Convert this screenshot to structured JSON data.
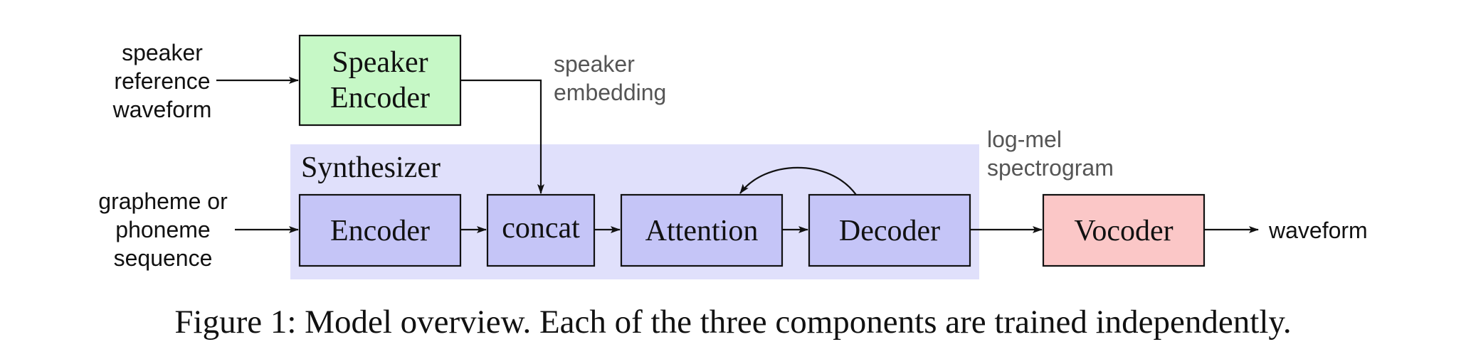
{
  "colors": {
    "synthesizer_region": "#e0e0fb",
    "synth_box": "#c5c5f7",
    "speaker_encoder_box": "#c6f8c6",
    "vocoder_box": "#fbc7c7",
    "stroke": "#111111",
    "annotation_text": "#555555"
  },
  "inputs": {
    "speaker_reference": [
      "speaker",
      "reference",
      "waveform"
    ],
    "grapheme_sequence": [
      "grapheme or",
      "phoneme",
      "sequence"
    ]
  },
  "speaker_encoder": {
    "label": [
      "Speaker",
      "Encoder"
    ]
  },
  "speaker_embedding": [
    "speaker",
    "embedding"
  ],
  "synthesizer": {
    "label": "Synthesizer",
    "encoder": "Encoder",
    "concat": "concat",
    "attention": "Attention",
    "decoder": "Decoder"
  },
  "log_mel": [
    "log-mel",
    "spectrogram"
  ],
  "vocoder": "Vocoder",
  "output": "waveform",
  "caption": "Figure 1: Model overview. Each of the three components are trained independently."
}
